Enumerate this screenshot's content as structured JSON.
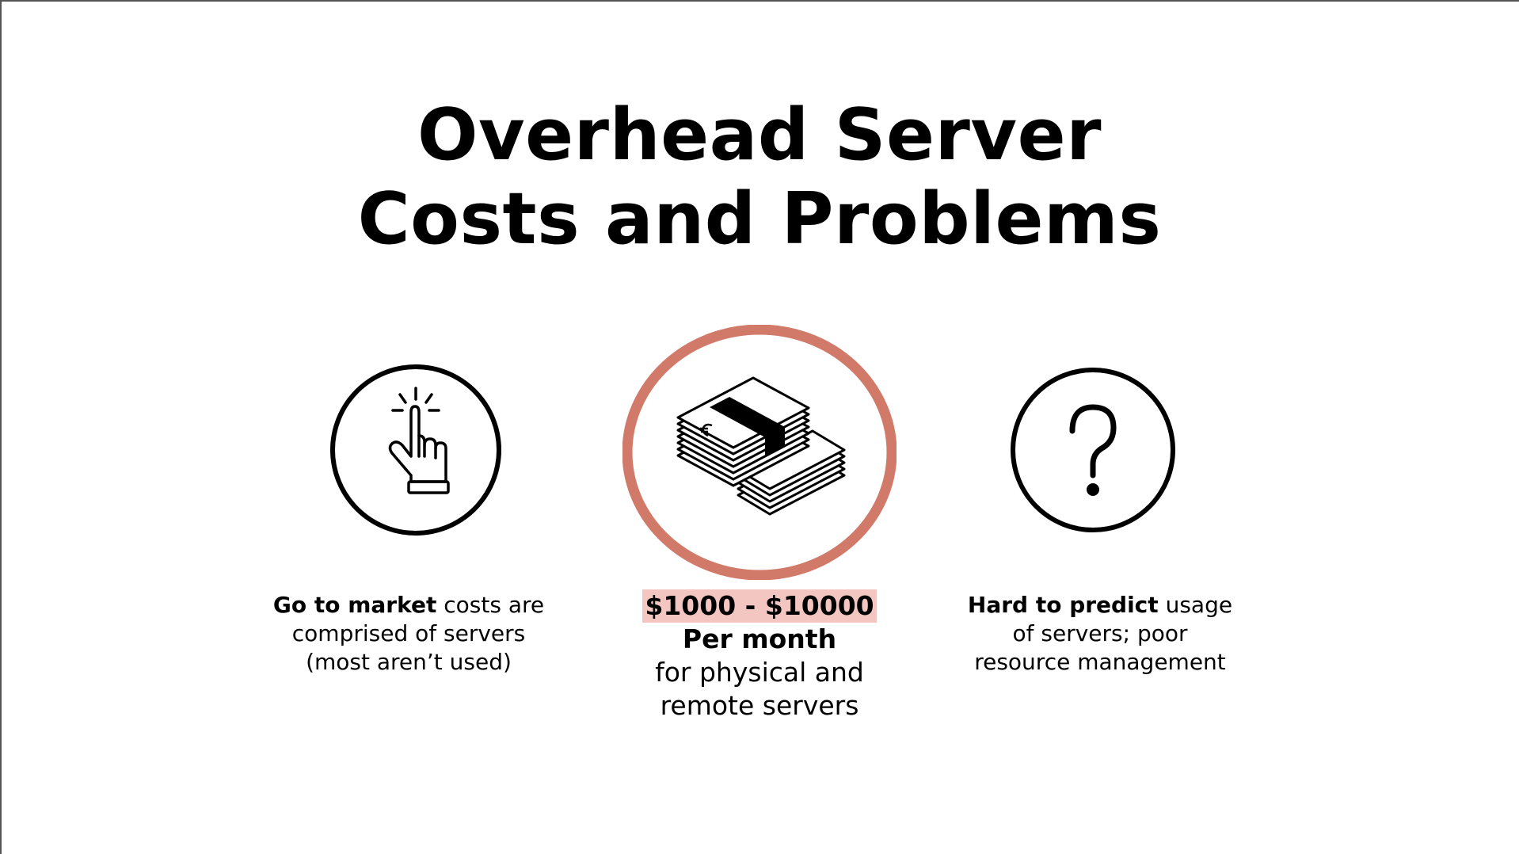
{
  "slide": {
    "title_line1": "Overhead Server",
    "title_line2": "Costs and Problems"
  },
  "items": [
    {
      "icon": "pointing-hand-click-icon",
      "bold": "Go to market",
      "rest_line1": " costs are",
      "line2": "comprised of servers",
      "line3": "(most aren’t used)"
    },
    {
      "icon": "money-stack-icon",
      "highlight": "$1000 - $10000",
      "bold_line": "Per month",
      "line3": "for physical and",
      "line4": "remote servers",
      "ring_color": "#d27a6a",
      "highlight_color": "#f3c6c2"
    },
    {
      "icon": "question-mark-icon",
      "bold": "Hard to predict",
      "rest_line1": " usage",
      "line2": "of servers; poor",
      "line3": "resource management"
    }
  ]
}
